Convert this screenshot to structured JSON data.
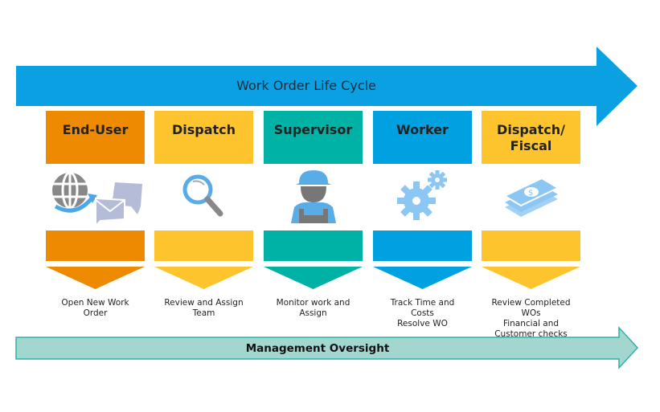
{
  "title": "Work Order Life Cycle",
  "footer": "Management Oversight",
  "colors": {
    "orange": "#EE8A00",
    "yellow": "#FDC42E",
    "teal": "#00B2A6",
    "blue": "#00A1E1",
    "arrow": "#0BA0E2",
    "oversight": "#A4D6D0"
  },
  "stages": [
    {
      "label": "End-User",
      "color": "#EE8A00",
      "icon": "globe-mail-icon",
      "desc": [
        "Open New Work",
        "Order"
      ]
    },
    {
      "label": "Dispatch",
      "color": "#FDC42E",
      "icon": "magnifier-icon",
      "desc": [
        "Review and Assign",
        "Team"
      ]
    },
    {
      "label": "Supervisor",
      "color": "#00B2A6",
      "icon": "worker-icon",
      "desc": [
        "Monitor work and",
        "Assign"
      ]
    },
    {
      "label": "Worker",
      "color": "#00A1E1",
      "icon": "gears-icon",
      "desc": [
        "Track Time and",
        "Costs",
        "Resolve WO"
      ]
    },
    {
      "label": "Dispatch/ Fiscal",
      "color": "#FDC42E",
      "icon": "money-icon",
      "desc": [
        "Review Completed",
        "WOs",
        "Financial and",
        "Customer checks"
      ]
    }
  ]
}
